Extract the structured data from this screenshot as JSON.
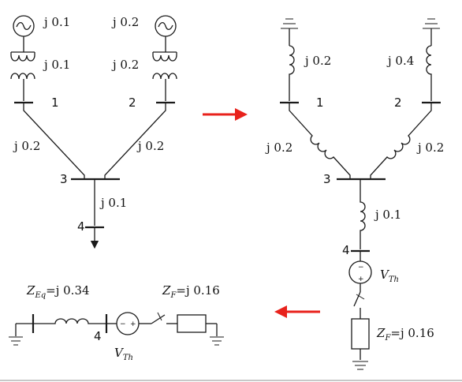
{
  "left": {
    "gen1_x": "j 0.1",
    "tr1_x": "j 0.1",
    "gen2_x": "j 0.2",
    "tr2_x": "j 0.2",
    "bus1": "1",
    "bus2": "2",
    "bus3": "3",
    "bus4": "4",
    "line13_x": "j 0.2",
    "line23_x": "j 0.2",
    "line34_x": "j 0.1"
  },
  "right": {
    "branch1_x": "j 0.2",
    "branch2_x": "j 0.4",
    "bus1": "1",
    "bus2": "2",
    "line13_x": "j 0.2",
    "line23_x": "j 0.2",
    "bus3": "3",
    "line34_x": "j 0.1",
    "bus4": "4",
    "vth_label": "V",
    "vth_sub": "Th",
    "zf_label": "Z",
    "zf_sub": "F",
    "zf_value": "=j 0.16"
  },
  "bottom": {
    "zeq_label": "Z",
    "zeq_sub": "Eq",
    "zeq_value": "=j 0.34",
    "zf_label": "Z",
    "zf_sub": "F",
    "zf_value": "=j 0.16",
    "bus4": "4",
    "vth_label": "V",
    "vth_sub": "Th"
  },
  "arrows": {
    "color": "#e8221c"
  }
}
